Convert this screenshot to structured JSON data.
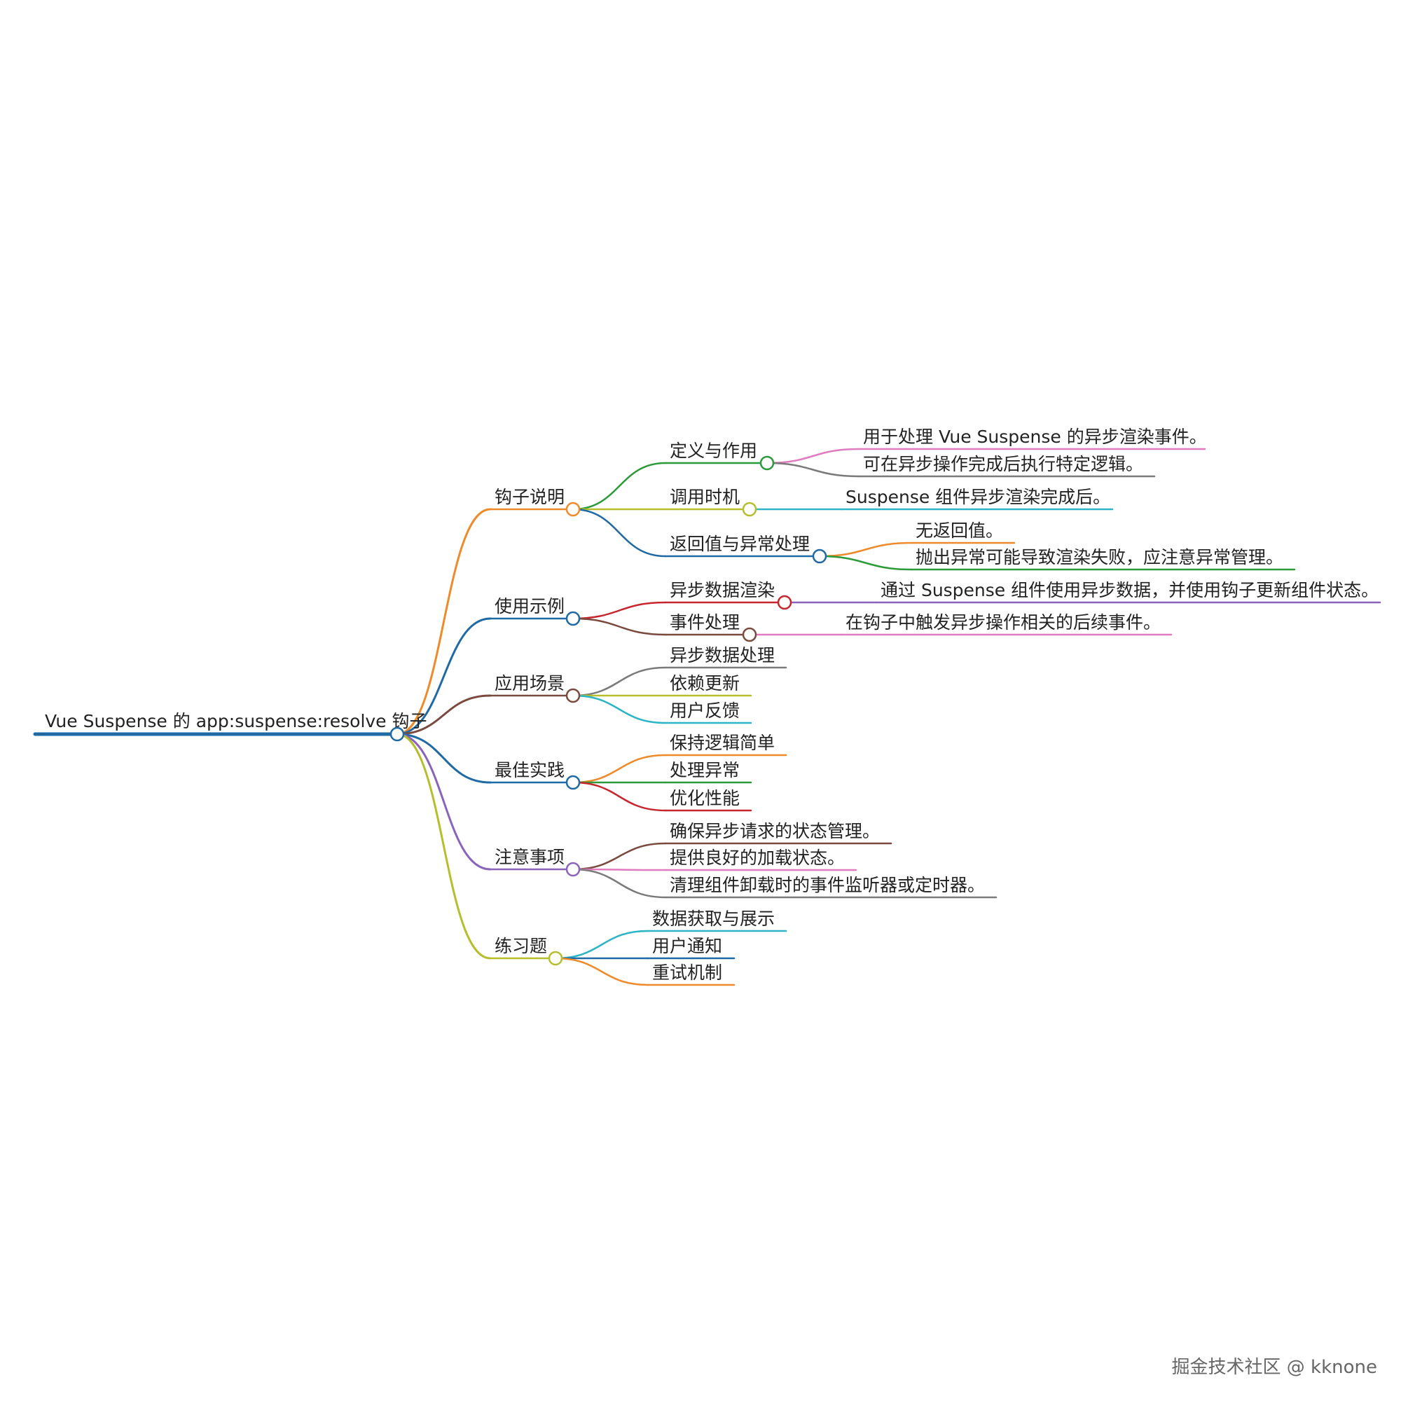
{
  "colors": {
    "root": "#1f6aa5",
    "orange": "#ee8a2a",
    "blue": "#1f6aa5",
    "brown": "#7a4a3e",
    "purple": "#8a64bb",
    "olive": "#b6be2c",
    "green": "#2d9a3a",
    "pink": "#e07bc0",
    "gray": "#7a7a7a",
    "cyan": "#2bb5c6",
    "red": "#c8262e"
  },
  "root": {
    "label": "Vue Suspense 的 app:suspense:resolve 钩子"
  },
  "branches": [
    {
      "label": "钩子说明",
      "color": "orange",
      "children": [
        {
          "label": "定义与作用",
          "color": "green",
          "children": [
            {
              "label": "用于处理 Vue Suspense 的异步渲染事件。",
              "color": "pink"
            },
            {
              "label": "可在异步操作完成后执行特定逻辑。",
              "color": "gray"
            }
          ]
        },
        {
          "label": "调用时机",
          "color": "olive",
          "children": [
            {
              "label": "Suspense 组件异步渲染完成后。",
              "color": "cyan"
            }
          ]
        },
        {
          "label": "返回值与异常处理",
          "color": "blue",
          "children": [
            {
              "label": "无返回值。",
              "color": "orange"
            },
            {
              "label": "抛出异常可能导致渲染失败，应注意异常管理。",
              "color": "green"
            }
          ]
        }
      ]
    },
    {
      "label": "使用示例",
      "color": "blue",
      "children": [
        {
          "label": "异步数据渲染",
          "color": "red",
          "children": [
            {
              "label": "通过 Suspense 组件使用异步数据，并使用钩子更新组件状态。",
              "color": "purple"
            }
          ]
        },
        {
          "label": "事件处理",
          "color": "brown",
          "children": [
            {
              "label": "在钩子中触发异步操作相关的后续事件。",
              "color": "pink"
            }
          ]
        }
      ]
    },
    {
      "label": "应用场景",
      "color": "brown",
      "children": [
        {
          "label": "异步数据处理",
          "color": "gray"
        },
        {
          "label": "依赖更新",
          "color": "olive"
        },
        {
          "label": "用户反馈",
          "color": "cyan"
        }
      ]
    },
    {
      "label": "最佳实践",
      "color": "blue",
      "children": [
        {
          "label": "保持逻辑简单",
          "color": "orange"
        },
        {
          "label": "处理异常",
          "color": "green"
        },
        {
          "label": "优化性能",
          "color": "red"
        }
      ]
    },
    {
      "label": "注意事项",
      "color": "purple",
      "children": [
        {
          "label": "确保异步请求的状态管理。",
          "color": "brown"
        },
        {
          "label": "提供良好的加载状态。",
          "color": "pink"
        },
        {
          "label": "清理组件卸载时的事件监听器或定时器。",
          "color": "gray"
        }
      ]
    },
    {
      "label": "练习题",
      "color": "olive",
      "children": [
        {
          "label": "数据获取与展示",
          "color": "cyan"
        },
        {
          "label": "用户通知",
          "color": "blue"
        },
        {
          "label": "重试机制",
          "color": "orange"
        }
      ]
    }
  ],
  "watermark": "掘金技术社区 @ kknone"
}
